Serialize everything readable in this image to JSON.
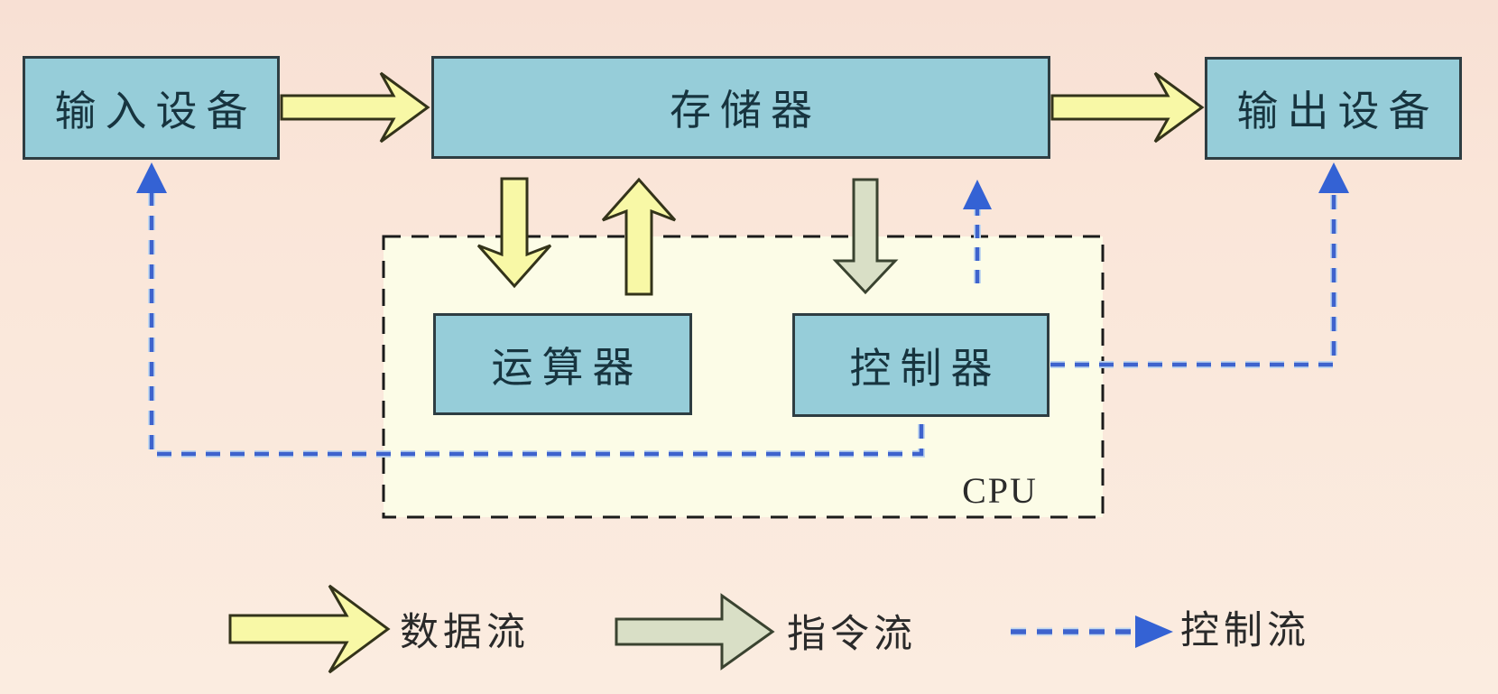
{
  "nodes": {
    "input": {
      "label": "输入设备"
    },
    "memory": {
      "label": "存储器"
    },
    "output": {
      "label": "输出设备"
    },
    "alu": {
      "label": "运算器"
    },
    "controller": {
      "label": "控制器"
    }
  },
  "cpu": {
    "label": "CPU"
  },
  "legend": {
    "data_flow": {
      "label": "数据流"
    },
    "instruction_flow": {
      "label": "指令流"
    },
    "control_flow": {
      "label": "控制流"
    }
  },
  "flows": [
    {
      "type": "data",
      "from": "input",
      "to": "memory"
    },
    {
      "type": "data",
      "from": "memory",
      "to": "output"
    },
    {
      "type": "data",
      "from": "memory",
      "to": "alu"
    },
    {
      "type": "data",
      "from": "alu",
      "to": "memory"
    },
    {
      "type": "instruction",
      "from": "memory",
      "to": "controller"
    },
    {
      "type": "control",
      "from": "controller",
      "to": "memory"
    },
    {
      "type": "control",
      "from": "controller",
      "to": "input"
    },
    {
      "type": "control",
      "from": "controller",
      "to": "output"
    }
  ],
  "colors": {
    "background": "#fae7da",
    "node_fill": "#96cdd9",
    "node_border": "#2e3d42",
    "cpu_fill": "#fcfce7",
    "cpu_border": "#1b1b1b",
    "data_flow": "#f8f8a6",
    "instruction_flow": "#d9dfc6",
    "control_flow": "#3e63cd"
  }
}
